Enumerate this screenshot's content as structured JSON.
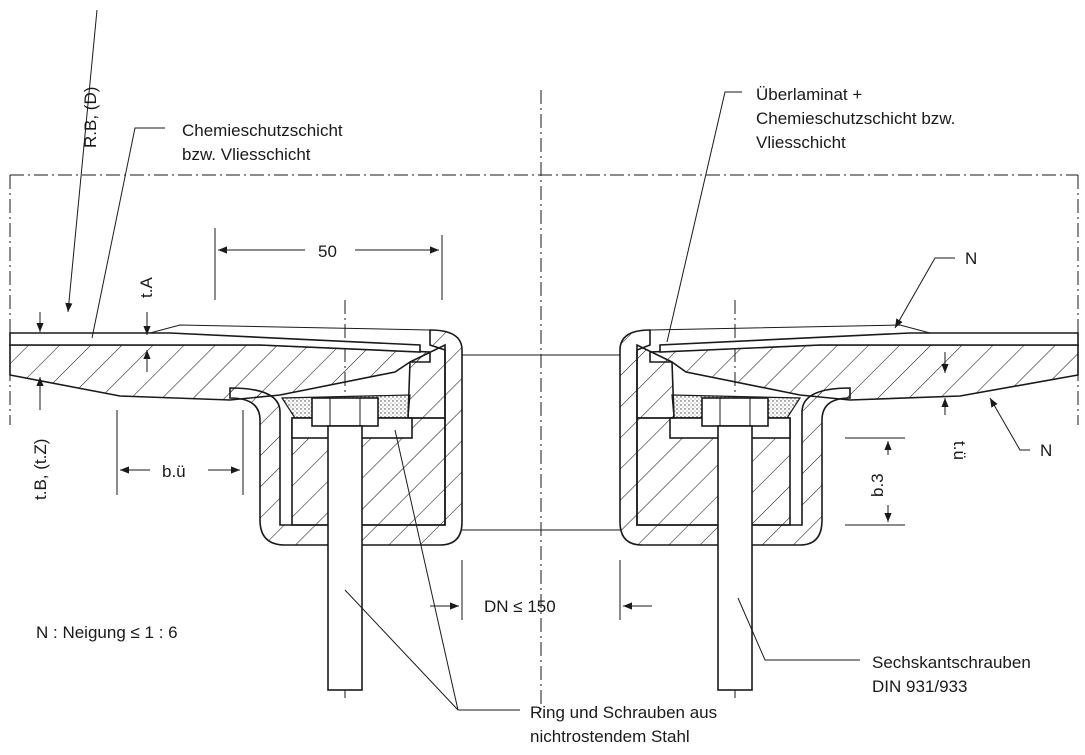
{
  "labels": {
    "rb_d": "R.B, (D)",
    "chemieschutz": [
      "Chemieschutzschicht",
      "bzw. Vliesschicht"
    ],
    "ueberlaminat": [
      "Überlaminat +",
      "Chemieschutzschicht bzw.",
      "Vliesschicht"
    ],
    "dim_50": "50",
    "t_a": "t.A",
    "n_top": "N",
    "n_right": "N",
    "t_u": "t.ü",
    "b_3": "b.3",
    "tb_tz": "t.B, (t.Z)",
    "b_u": "b.ü",
    "dn": "DN ≤ 150",
    "neigung": "N : Neigung ≤ 1 : 6",
    "sechskant": [
      "Sechskantschrauben",
      "DIN 931/933"
    ],
    "ring": [
      "Ring und Schrauben aus",
      "nichtrostendem Stahl"
    ]
  }
}
